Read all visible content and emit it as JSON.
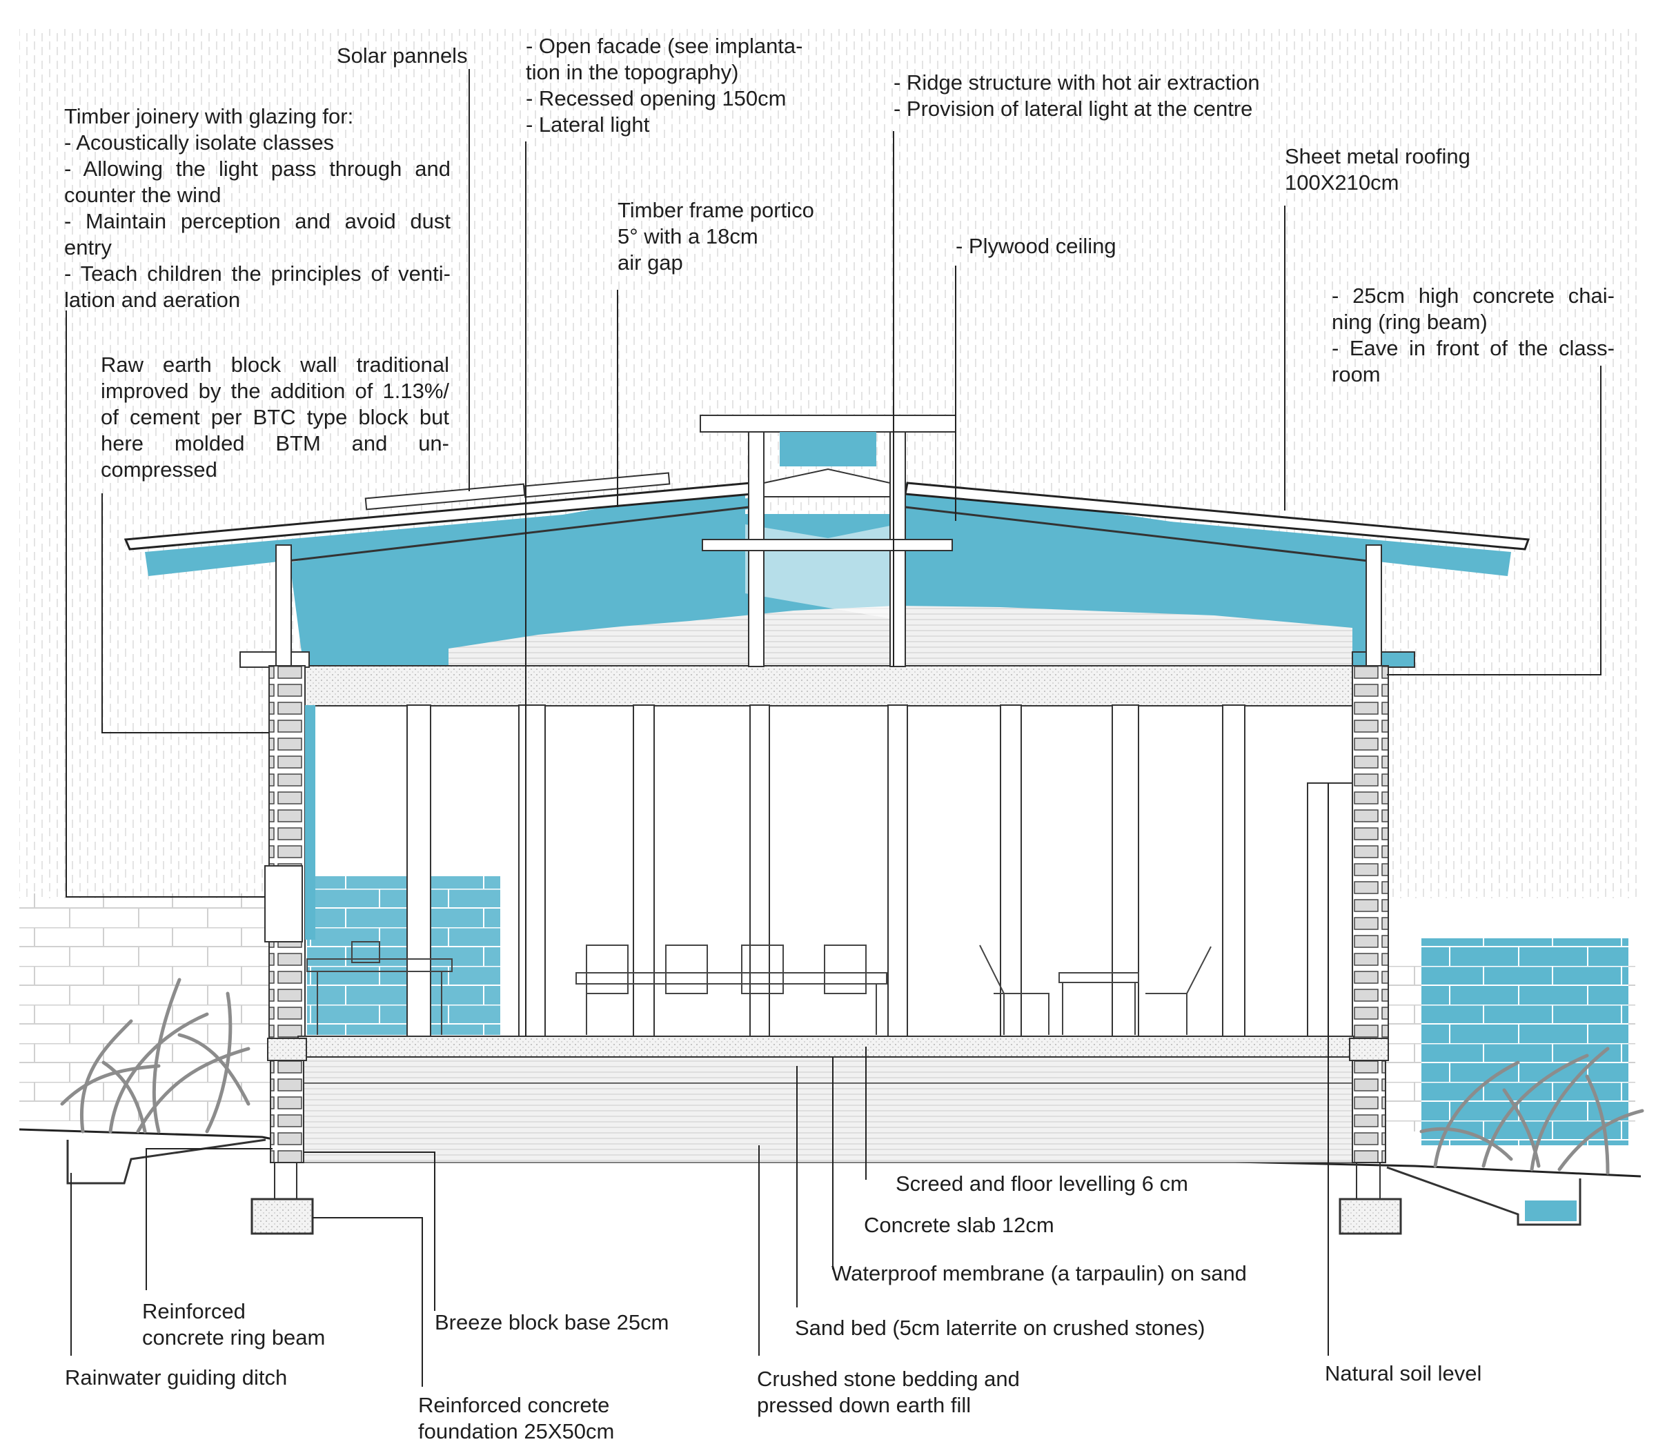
{
  "colors": {
    "accent_blue": "#5db7cf",
    "ink": "#1e1e1e",
    "light_line": "#d2d2d2",
    "hatch": "#e7e7e7",
    "plant": "#8c8c8c"
  },
  "labels": {
    "solar_panels": "Solar pannels",
    "open_facade": "- Open facade (see implanta-\ntion in the topography)\n- Recessed opening 150cm\n- Lateral light",
    "ridge_structure": "- Ridge structure with hot air extraction\n- Provision of lateral light at the centre",
    "timber_joinery": "Timber joinery with glazing for:\n- Acoustically isolate classes\n- Allowing the light pass through and counter the wind\n- Maintain perception and avoid dust entry\n- Teach children the principles of venti-lation and aeration",
    "timber_portico": "Timber frame portico\n5° with a 18cm\nair gap",
    "plywood_ceiling": "- Plywood ceiling",
    "sheet_metal_roofing": "Sheet metal roofing\n100X210cm",
    "concrete_chaining": "- 25cm high concrete chai-ning (ring beam)\n- Eave in front of the class-room",
    "raw_earth_wall": "Raw earth block wall traditional improved by the addition of 1.13%/ of cement per BTC type block but here molded BTM and un-compressed",
    "screed": "Screed and floor levelling 6 cm",
    "concrete_slab": "Concrete slab 12cm",
    "waterproof_membrane": "Waterproof membrane (a tarpaulin) on sand",
    "sand_bed": "Sand bed (5cm laterrite on crushed stones)",
    "crushed_stone": "Crushed stone bedding and\npressed down earth fill",
    "natural_soil": "Natural soil level",
    "breeze_block": "Breeze block base 25cm",
    "rc_foundation": "Reinforced concrete\nfoundation 25X50cm",
    "rc_ring_beam": "Reinforced\nconcrete ring beam",
    "rainwater_ditch": "Rainwater guiding ditch"
  }
}
